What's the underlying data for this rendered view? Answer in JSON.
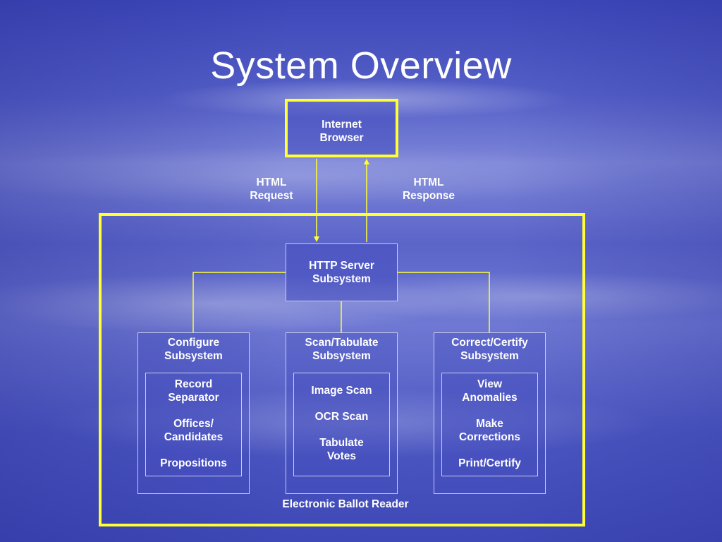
{
  "slide": {
    "title": "System Overview"
  },
  "nodes": {
    "browser": [
      "Internet",
      "Browser"
    ],
    "http_server": [
      "HTTP Server",
      "Subsystem"
    ],
    "configure": {
      "title": [
        "Configure",
        "Subsystem"
      ],
      "items": [
        [
          "Record",
          "Separator"
        ],
        [
          "Offices/",
          "Candidates"
        ],
        [
          "Propositions"
        ]
      ]
    },
    "scan": {
      "title": [
        "Scan/Tabulate",
        "Subsystem"
      ],
      "items": [
        [
          "Image Scan"
        ],
        [
          "OCR Scan"
        ],
        [
          "Tabulate",
          "Votes"
        ]
      ]
    },
    "correct": {
      "title": [
        "Correct/Certify",
        "Subsystem"
      ],
      "items": [
        [
          "View",
          "Anomalies"
        ],
        [
          "Make",
          "Corrections"
        ],
        [
          "Print/Certify"
        ]
      ]
    },
    "container_label": "Electronic Ballot Reader"
  },
  "edges": {
    "request": [
      "HTML",
      "Request"
    ],
    "response": [
      "HTML",
      "Response"
    ]
  },
  "colors": {
    "highlight_border": "#ffff33",
    "box_border": "#c8ccf0",
    "text": "#ffffff"
  }
}
